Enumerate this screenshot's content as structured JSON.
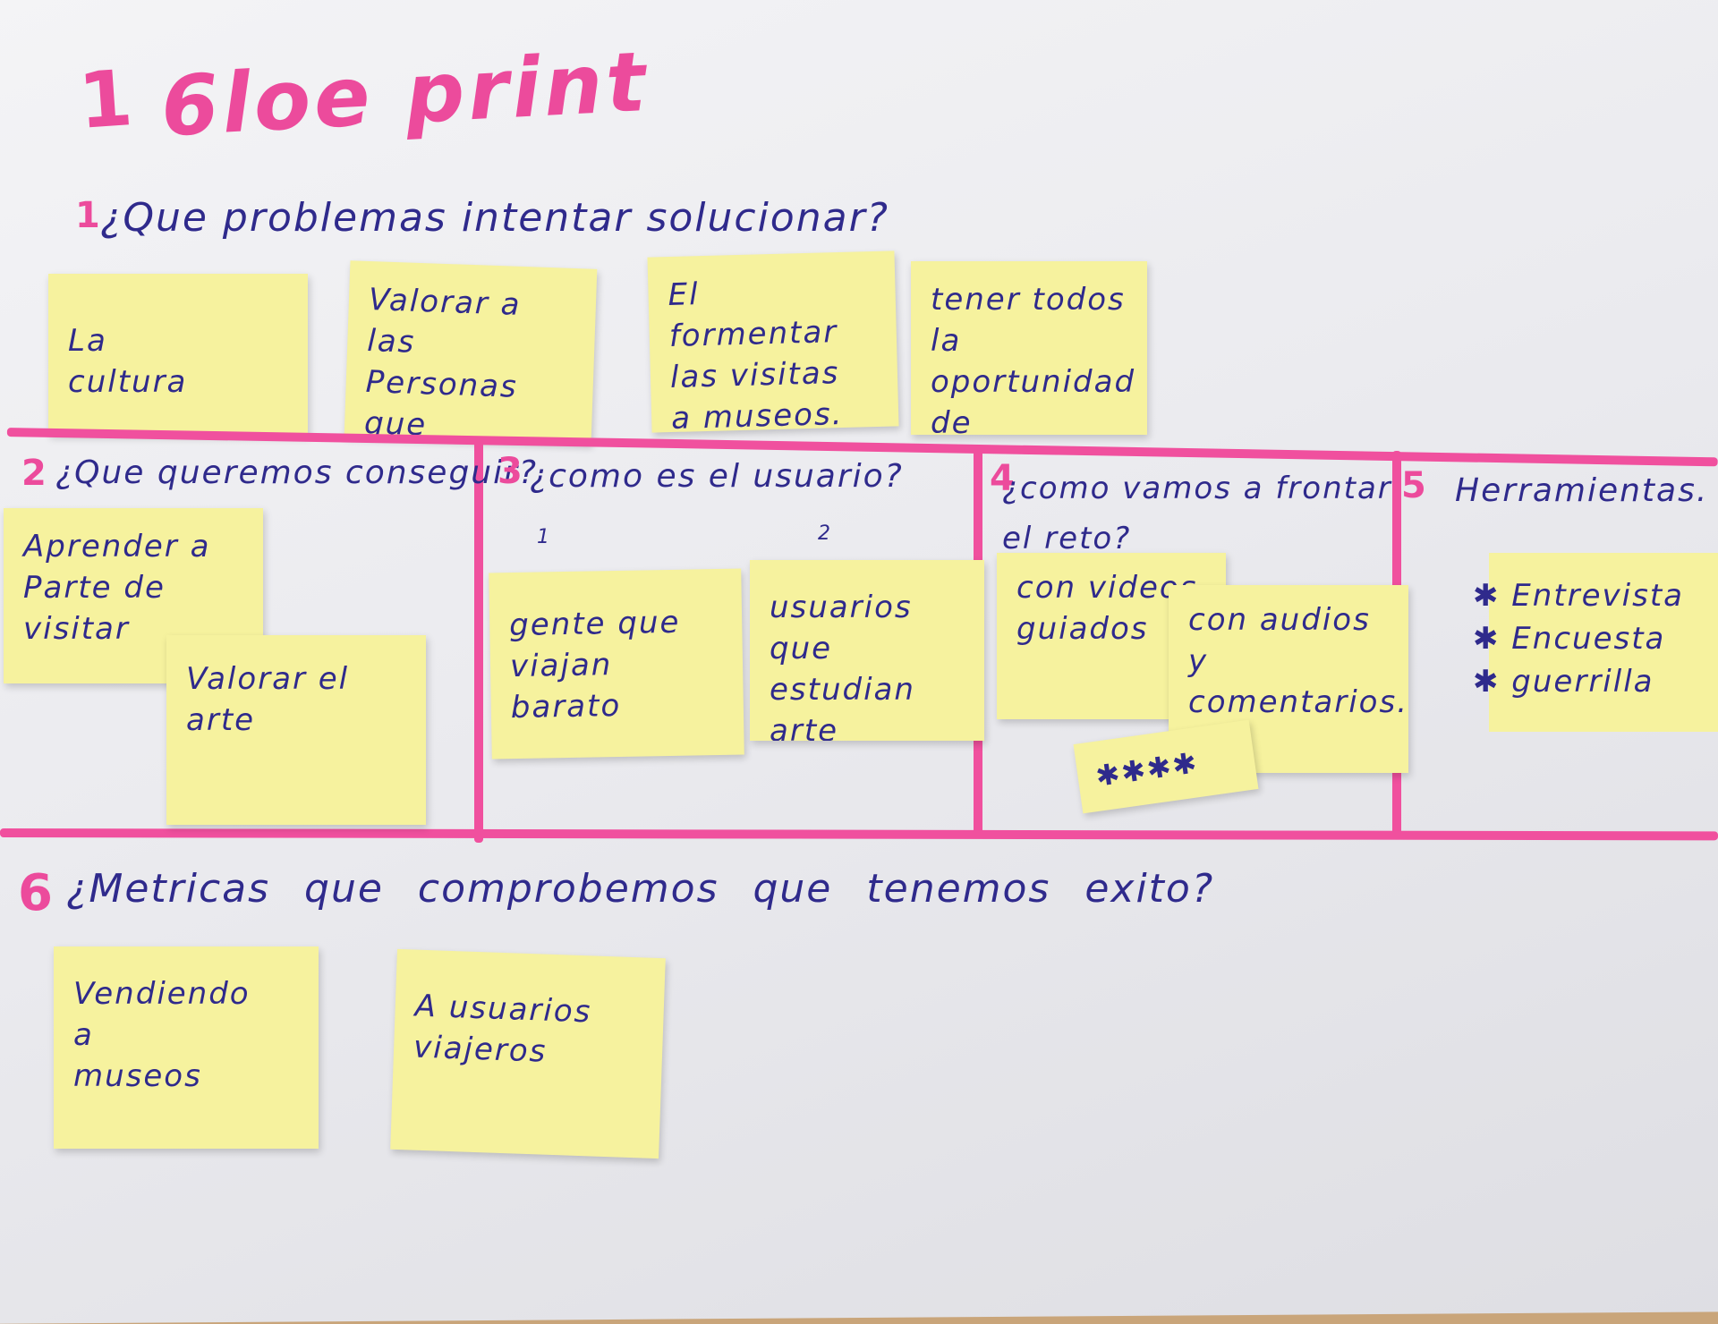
{
  "title": {
    "number": "1",
    "text": "6loe print"
  },
  "section1": {
    "number": "1",
    "question": "¿Que problemas intentar solucionar?",
    "notes": [
      "La\ncultura",
      "Valorar a\nlas Personas\nque estudian\nArt.",
      "El formentar\nlas visitas\na museos.",
      "tener todos\nla oportunidad\nde aprender"
    ]
  },
  "section2": {
    "number": "2",
    "question": "¿Que queremos conseguir?",
    "notes": [
      "Aprender a\nParte de\nvisitar",
      "Valorar el\narte"
    ]
  },
  "section3": {
    "number": "3",
    "question": "¿como es el usuario?",
    "labels": [
      "1",
      "2"
    ],
    "notes": [
      "gente que\nviajan\nbarato",
      "usuarios que\nestudian arte"
    ]
  },
  "section4": {
    "number": "4",
    "question": "¿como vamos a frontar el reto?",
    "notes": [
      "con videos\nguiados",
      "con audios\ny comentarios.",
      "✱✱✱✱"
    ]
  },
  "section5": {
    "number": "5",
    "question": "Herramientas.",
    "notes": [
      "✱ Entrevista\n✱ Encuesta\n✱ guerrilla"
    ]
  },
  "section6": {
    "number": "6",
    "question": "¿Metricas que comprobemos que tenemos exito?",
    "notes": [
      "Vendiendo\na\nmuseos",
      "A usuarios\nviajeros"
    ]
  },
  "colors": {
    "marker_pink": "#f0509e",
    "ink_blue": "#2f2a8c",
    "sticky_yellow": "#f6f29e"
  }
}
